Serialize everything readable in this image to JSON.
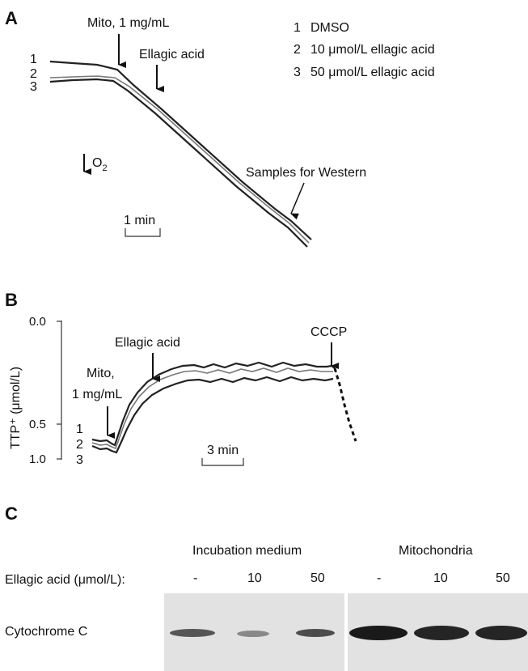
{
  "panel_a": {
    "letter": "A",
    "annotations": {
      "mito": "Mito, 1 mg/mL",
      "ellagic": "Ellagic acid",
      "samples": "Samples for Western",
      "o2": "O",
      "o2_sub": "2",
      "scale": "1 min"
    },
    "legend": [
      {
        "num": "1",
        "label": "DMSO"
      },
      {
        "num": "2",
        "label": "10 μmol/L ellagic acid"
      },
      {
        "num": "3",
        "label": "50 μmol/L ellagic acid"
      }
    ],
    "trace_labels": [
      "1",
      "2",
      "3"
    ]
  },
  "panel_b": {
    "letter": "B",
    "ylabel": "TTP⁺ (μmol/L)",
    "ticks": [
      "0.0",
      "0.5",
      "1.0"
    ],
    "annotations": {
      "mito_line1": "Mito,",
      "mito_line2": "1 mg/mL",
      "ellagic": "Ellagic acid",
      "cccp": "CCCP",
      "scale": "3 min"
    },
    "trace_labels": [
      "1",
      "2",
      "3"
    ]
  },
  "panel_c": {
    "letter": "C",
    "headers": [
      "Incubation medium",
      "Mitochondria"
    ],
    "row_label": "Ellagic acid (μmol/L):",
    "lane_labels": [
      "-",
      "10",
      "50",
      "-",
      "10",
      "50"
    ],
    "band_label": "Cytochrome C",
    "band_intensity": [
      0.7,
      0.45,
      0.75,
      1.0,
      0.95,
      0.95
    ]
  }
}
